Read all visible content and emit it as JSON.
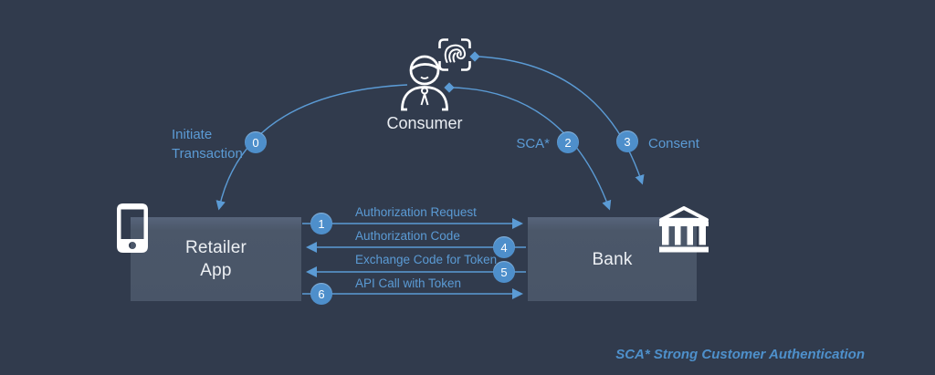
{
  "colors": {
    "background": "#313B4D",
    "node_box": "#4A5669",
    "accent_blue": "#5B9BD5",
    "badge_blue": "#4E8FCB",
    "icon_white": "#FFFFFF"
  },
  "nodes": {
    "consumer": {
      "label": "Consumer",
      "icon": "person-icon"
    },
    "retailer_app": {
      "line1": "Retailer",
      "line2": "App",
      "icon": "smartphone-icon"
    },
    "bank": {
      "label": "Bank",
      "icon": "bank-icon"
    },
    "sca_device": {
      "icon": "fingerprint-scan-icon"
    }
  },
  "consumer_flows": [
    {
      "badge": "0",
      "label": "Initiate Transaction",
      "from": "Consumer",
      "to": "Retailer App"
    },
    {
      "badge": "2",
      "label": "SCA*",
      "from": "Consumer",
      "to": "Bank"
    },
    {
      "badge": "3",
      "label": "Consent",
      "from": "Consumer",
      "to": "Bank"
    }
  ],
  "api_flows": [
    {
      "badge": "1",
      "label": "Authorization Request",
      "direction": "right"
    },
    {
      "badge": "4",
      "label": "Authorization Code",
      "direction": "left"
    },
    {
      "badge": "5",
      "label": "Exchange Code for Token",
      "direction": "left"
    },
    {
      "badge": "6",
      "label": "API Call with Token",
      "direction": "right"
    }
  ],
  "footnote": "SCA* Strong Customer Authentication"
}
